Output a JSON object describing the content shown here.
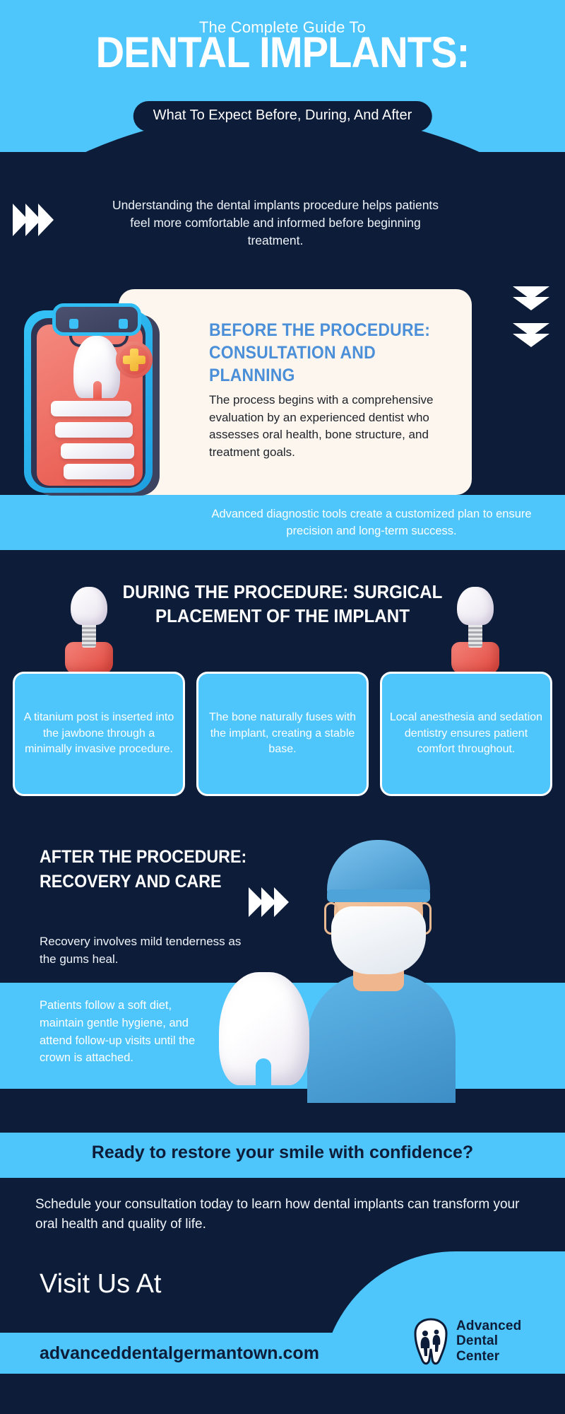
{
  "header": {
    "eyebrow": "The Complete Guide To",
    "title": "DENTAL IMPLANTS:",
    "subtitle": "What To Expect Before, During, And After",
    "bg_color": "#4ec5fb",
    "dark_color": "#0d1c38"
  },
  "intro": {
    "text": "Understanding the dental implants procedure helps patients feel more comfortable and informed before beginning treatment.",
    "chevron_icon": "triple-chevron-right-icon"
  },
  "before": {
    "heading_line1": "BEFORE THE PROCEDURE:",
    "heading_line2": "CONSULTATION AND PLANNING",
    "body": "The process begins with a comprehensive evaluation by an experienced dentist who assesses oral health, bone structure, and treatment goals.",
    "illustration": "clipboard-tooth-medical-cross-icon",
    "heading_color": "#4a8fd8",
    "card_bg": "#fdf6ef",
    "side_chevron_icon": "double-chevron-down-icon"
  },
  "band_advanced": {
    "text": "Advanced diagnostic tools create a customized plan to ensure precision and long-term success."
  },
  "during": {
    "heading_line1": "DURING THE PROCEDURE: SURGICAL",
    "heading_line2": "PLACEMENT OF THE IMPLANT",
    "implant_icon": "dental-implant-screw-gum-icon",
    "boxes": [
      "A titanium post is inserted into the jawbone through a minimally invasive procedure.",
      "The bone naturally fuses with the implant, creating a stable base.",
      "Local anesthesia and sedation dentistry ensures patient comfort throughout."
    ]
  },
  "after": {
    "heading_line1": "AFTER THE PROCEDURE:",
    "heading_line2": "RECOVERY AND CARE",
    "body": "Recovery involves mild tenderness as the gums heal.",
    "band_text": "Patients follow a soft diet, maintain gentle hygiene, and attend follow-up visits until the crown is attached.",
    "chevron_icon": "triple-chevron-right-icon",
    "illustration": "dentist-surgeon-with-tooth-icon"
  },
  "cta": {
    "headline": "Ready to restore your smile with confidence?",
    "body": "Schedule your consultation today to learn how dental implants can transform your oral health and quality of life."
  },
  "footer": {
    "visit_label": "Visit Us At",
    "url": "advanceddentalgermantown.com",
    "logo_line1": "Advanced",
    "logo_line2": "Dental",
    "logo_line3": "Center",
    "logo_mark": "tooth-with-family-figures-logo-icon"
  }
}
